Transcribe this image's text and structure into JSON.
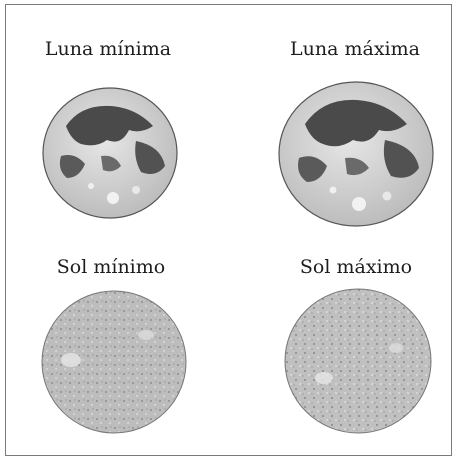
{
  "panels": [
    {
      "label": "Luna mínima",
      "kind": "moon"
    },
    {
      "label": "Luna máxima",
      "kind": "moon"
    },
    {
      "label": "Sol mínimo",
      "kind": "sun"
    },
    {
      "label": "Sol máximo",
      "kind": "sun"
    }
  ],
  "colors": {
    "frame": "#7a7a7a",
    "text": "#1e1e1e",
    "moon_mare": "#3a3a3a",
    "moon_highland": "#d8d8d8",
    "sun_disk": "#b8b8b8"
  }
}
